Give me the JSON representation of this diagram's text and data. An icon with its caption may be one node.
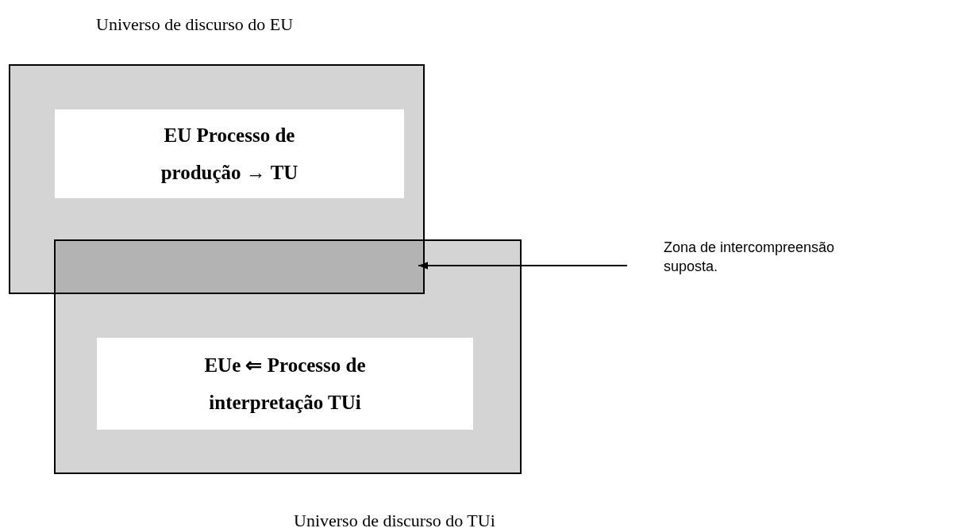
{
  "diagram": {
    "nodes": [
      {
        "text": [
          "Universo de discurso do EU"
        ]
      },
      {
        "text": [
          "EU Processo de produção → TU"
        ],
        "in": 0
      },
      {
        "text": [
          "Universo de discurso do TUi"
        ]
      },
      {
        "text": [
          "EUe ⇐ Processo de interpretação TUi"
        ],
        "in": 2
      },
      {
        "text": [],
        "shape": "box"
      },
      {
        "text": [
          "Zona de intercompreensão suposta."
        ]
      }
    ],
    "edges": [
      {
        "from": 5,
        "to": 4,
        "arrow": "to"
      }
    ]
  }
}
